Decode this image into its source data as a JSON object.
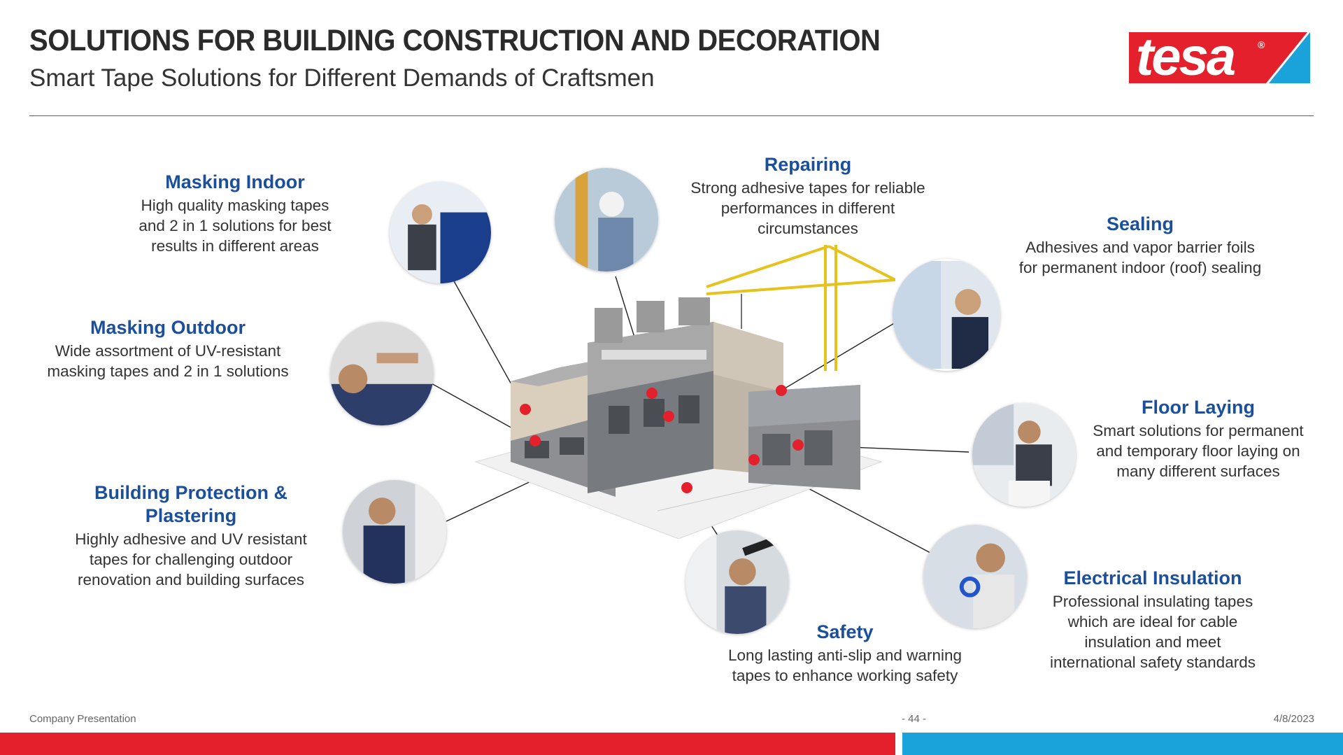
{
  "header": {
    "title": "SOLUTIONS FOR BUILDING CONSTRUCTION AND DECORATION",
    "subtitle": "Smart Tape Solutions for Different Demands of Craftsmen"
  },
  "logo": {
    "text": "tesa",
    "registered": "®",
    "colors": {
      "red": "#e3202b",
      "blue": "#1aa3db"
    }
  },
  "solutions": [
    {
      "id": "masking-indoor",
      "title": "Masking Indoor",
      "lines": [
        "High quality masking tapes",
        "and 2 in 1 solutions for best",
        "results in different areas"
      ]
    },
    {
      "id": "masking-outdoor",
      "title": "Masking Outdoor",
      "lines": [
        "Wide assortment of UV-resistant",
        "masking tapes and 2 in 1 solutions"
      ]
    },
    {
      "id": "building-protection",
      "title_lines": [
        "Building Protection &",
        "Plastering"
      ],
      "lines": [
        "Highly adhesive and UV resistant",
        "tapes for challenging outdoor",
        "renovation and building surfaces"
      ]
    },
    {
      "id": "repairing",
      "title": "Repairing",
      "lines": [
        "Strong adhesive tapes for reliable",
        "performances in different",
        "circumstances"
      ]
    },
    {
      "id": "sealing",
      "title": "Sealing",
      "lines": [
        "Adhesives and vapor barrier foils",
        "for permanent indoor (roof) sealing"
      ]
    },
    {
      "id": "floor-laying",
      "title": "Floor Laying",
      "lines": [
        "Smart solutions for permanent",
        "and temporary floor laying on",
        "many different surfaces"
      ]
    },
    {
      "id": "electrical-insulation",
      "title": "Electrical Insulation",
      "lines": [
        "Professional insulating tapes",
        "which are ideal for cable",
        "insulation and meet",
        "international safety standards"
      ]
    },
    {
      "id": "safety",
      "title": "Safety",
      "lines": [
        "Long lasting anti-slip and warning",
        "tapes to enhance working safety"
      ]
    }
  ],
  "footer": {
    "left": "Company Presentation",
    "page": "- 44 -",
    "date": "4/8/2023"
  },
  "colors": {
    "heading_blue": "#1b4f9c",
    "marker_red": "#e3202b",
    "bar_red": "#e3202b",
    "bar_blue": "#1aa3db"
  }
}
